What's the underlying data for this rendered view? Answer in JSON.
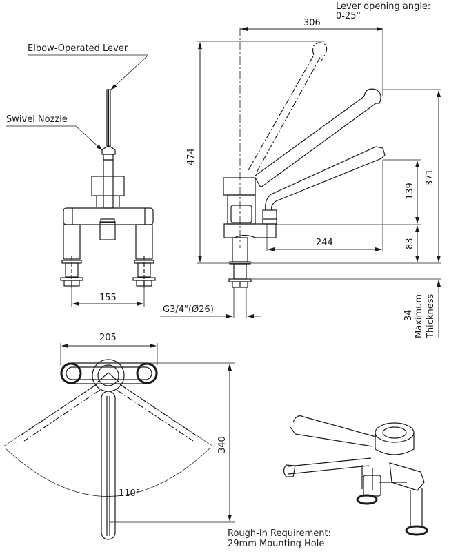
{
  "drawing": {
    "title": "Elbow-operated lever basin mixer dimensional drawing",
    "callouts": {
      "lever": "Elbow-Operated Lever",
      "nozzle": "Swivel Nozzle",
      "lever_angle_line1": "Lever opening angle:",
      "lever_angle_line2": "0-25°",
      "rough_in_line1": "Rough-In Requirement:",
      "rough_in_line2": "29mm Mounting Hole"
    },
    "dimensions": {
      "lever_reach": "306",
      "overall_height": "474",
      "spout_height_total": "371",
      "spout_outlet_above_body": "139",
      "body_height": "83",
      "spout_reach": "244",
      "leg_spacing": "155",
      "thread": "G3/4\"(Ø26)",
      "max_thickness_value": "34",
      "max_thickness_label1": "Maximum",
      "max_thickness_label2": "Thickness",
      "top_width": "205",
      "top_depth": "340",
      "swivel_angle": "110°"
    },
    "colors": {
      "line": "#1a1a1a",
      "background": "#ffffff"
    }
  }
}
